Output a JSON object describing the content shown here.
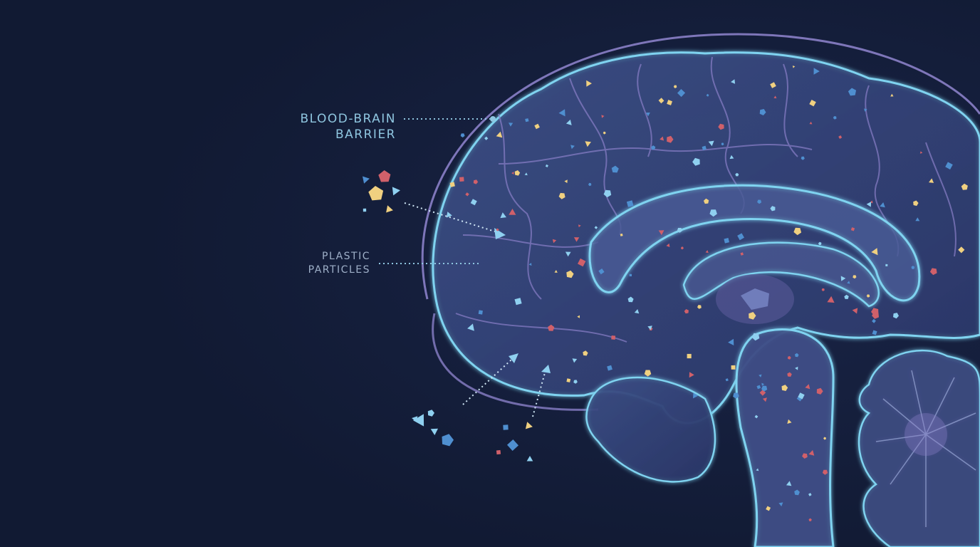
{
  "labels": {
    "barrier_line1": "BLOOD-BRAIN",
    "barrier_line2": "BARRIER",
    "particles_line1": "PLASTIC",
    "particles_line2": "PARTICLES"
  },
  "colors": {
    "background": "#111a33",
    "barrier_outline": "#8a7fc8",
    "brain_glow": "#7fd3f0",
    "brain_fill": "#3a4a7a",
    "particle_blue": "#4f8fd0",
    "particle_light_blue": "#8fd0f0",
    "particle_red": "#d0606a",
    "particle_yellow": "#f0d080"
  }
}
